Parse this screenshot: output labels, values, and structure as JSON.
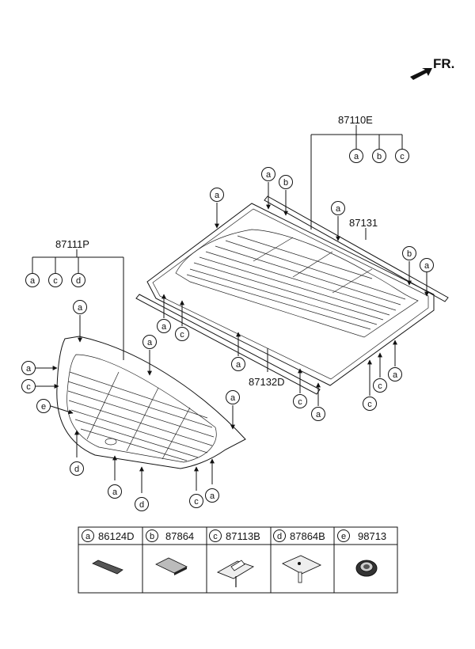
{
  "direction_label": "FR.",
  "part_numbers": {
    "assembly_top": "87110E",
    "assembly_left": "87111P",
    "molding_top": "87131",
    "molding_bottom": "87132D"
  },
  "legend": [
    {
      "letter": "a",
      "part": "86124D"
    },
    {
      "letter": "b",
      "part": "87864"
    },
    {
      "letter": "c",
      "part": "87113B"
    },
    {
      "letter": "d",
      "part": "87864B"
    },
    {
      "letter": "e",
      "part": "98713"
    }
  ]
}
